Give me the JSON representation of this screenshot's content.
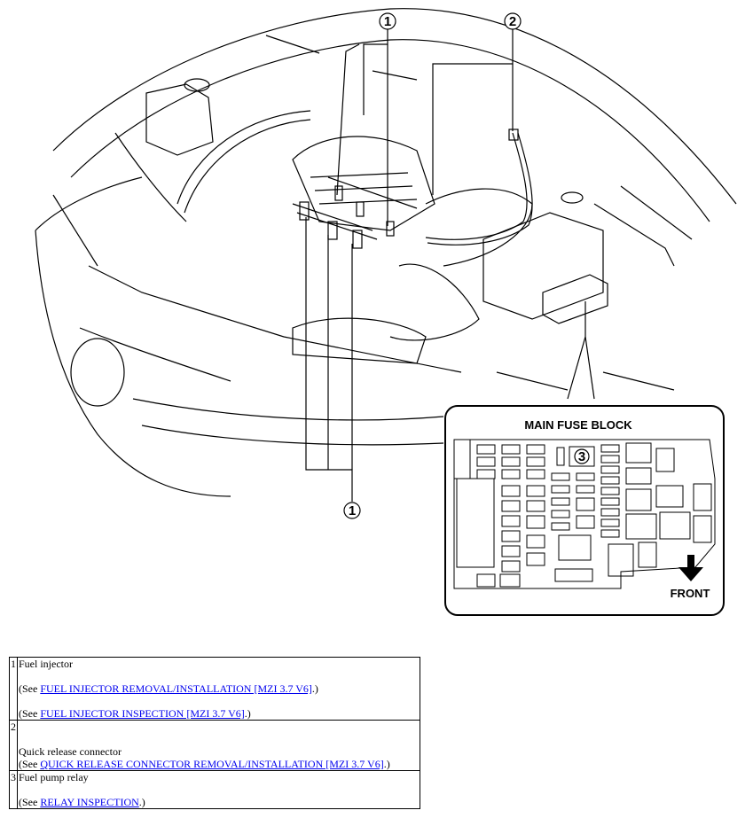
{
  "diagram": {
    "callouts": [
      "1",
      "2",
      "1",
      "3"
    ],
    "fuse_block_title": "MAIN FUSE BLOCK",
    "front_label": "FRONT"
  },
  "legend": [
    {
      "num": "1",
      "name": "Fuel injector",
      "refs": [
        {
          "prefix": "(See ",
          "link": "FUEL INJECTOR REMOVAL/INSTALLATION [MZI 3.7 V6]",
          "suffix": ".)"
        },
        {
          "prefix": "(See ",
          "link": "FUEL INJECTOR INSPECTION [MZI 3.7 V6]",
          "suffix": ".)"
        }
      ]
    },
    {
      "num": "2",
      "name": "Quick release connector",
      "refs": [
        {
          "prefix": "(See ",
          "link": "QUICK RELEASE CONNECTOR REMOVAL/INSTALLATION [MZI 3.7 V6]",
          "suffix": ".)"
        }
      ]
    },
    {
      "num": "3",
      "name": "Fuel pump relay",
      "refs": [
        {
          "prefix": "(See ",
          "link": "RELAY INSPECTION",
          "suffix": ".)"
        }
      ]
    }
  ]
}
